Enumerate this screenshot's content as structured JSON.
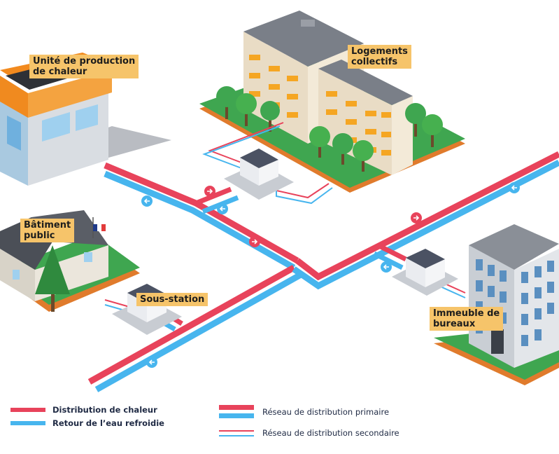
{
  "labels": {
    "production": "Unité de production\nde chaleur",
    "housing": "Logements\ncollectifs",
    "public_building": "Bâtiment\npublic",
    "substation": "Sous-station",
    "offices": "Immeuble de\nbureaux"
  },
  "legend": {
    "heat_distribution": "Distribution de chaleur",
    "cold_return": "Retour de l’eau refroidie",
    "primary_network": "Réseau de distribution primaire",
    "secondary_network": "Réseau de distribution secondaire"
  },
  "colors": {
    "hot": "#e8435b",
    "cold": "#47b5ee",
    "grass": "#3fa650",
    "soil": "#e07b2c",
    "label_bg": "#f6c46a"
  },
  "icons": [
    "flag-icon",
    "arrow-right-icon",
    "arrow-left-icon"
  ]
}
